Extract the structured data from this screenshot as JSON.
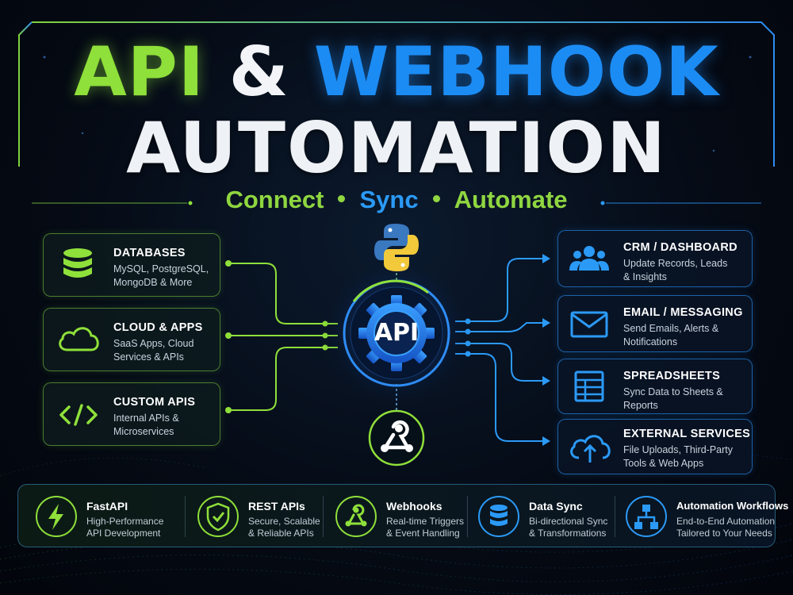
{
  "title": {
    "api": "API",
    "amp": "&",
    "webhook": "WEBHOOK",
    "line2": "AUTOMATION"
  },
  "tagline": {
    "connect": "Connect",
    "sync": "Sync",
    "automate": "Automate"
  },
  "sources": [
    {
      "title": "DATABASES",
      "desc": "MySQL, PostgreSQL, MongoDB & More",
      "icon": "database-icon"
    },
    {
      "title": "CLOUD & APPS",
      "desc": "SaaS Apps, Cloud Services & APIs",
      "icon": "cloud-icon"
    },
    {
      "title": "CUSTOM APIS",
      "desc": "Internal APIs & Microservices",
      "icon": "code-icon"
    }
  ],
  "hub": {
    "label": "API"
  },
  "destinations": [
    {
      "title": "CRM / DASHBOARD",
      "desc": "Update Records, Leads & Insights",
      "icon": "users-icon"
    },
    {
      "title": "EMAIL / MESSAGING",
      "desc": "Send Emails, Alerts & Notifications",
      "icon": "envelope-icon"
    },
    {
      "title": "SPREADSHEETS",
      "desc": "Sync Data to Sheets & Reports",
      "icon": "spreadsheet-icon"
    },
    {
      "title": "EXTERNAL SERVICES",
      "desc": "File Uploads, Third-Party Tools & Web Apps",
      "icon": "cloud-upload-icon"
    }
  ],
  "features": [
    {
      "title": "FastAPI",
      "desc1": "High-Performance",
      "desc2": "API Development",
      "icon": "lightning-icon"
    },
    {
      "title": "REST APIs",
      "desc1": "Secure, Scalable",
      "desc2": "& Reliable APIs",
      "icon": "shield-check-icon"
    },
    {
      "title": "Webhooks",
      "desc1": "Real-time Triggers",
      "desc2": "& Event Handling",
      "icon": "webhook-icon"
    },
    {
      "title": "Data Sync",
      "desc1": "Bi-directional Sync",
      "desc2": "& Transformations",
      "icon": "database-sync-icon"
    },
    {
      "title": "Automation Workflows",
      "desc1": "End-to-End Automation",
      "desc2": "Tailored to Your Needs",
      "icon": "workflow-icon"
    }
  ],
  "colors": {
    "green": "#8fe03a",
    "blue": "#1c8cf5",
    "white": "#f2f4f7"
  }
}
